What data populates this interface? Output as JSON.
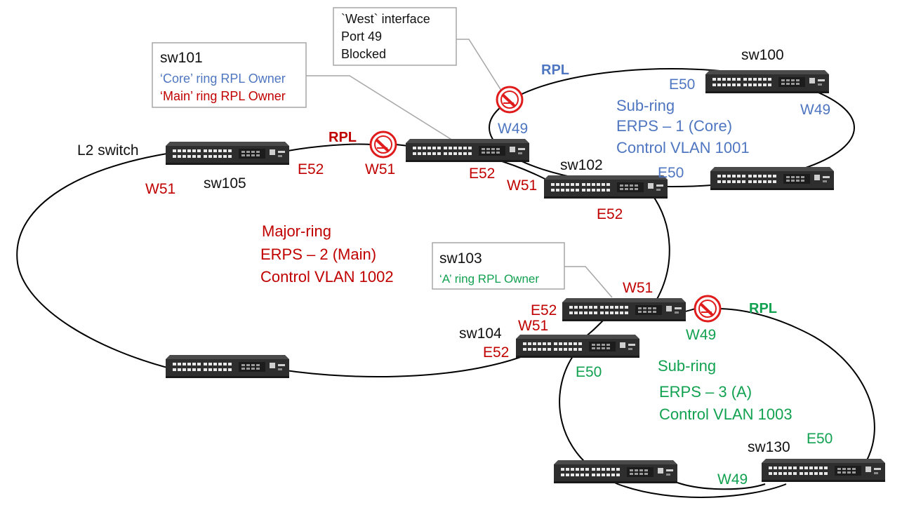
{
  "colors": {
    "blue": "#4f76c0",
    "red": "#c00000",
    "green": "#12a150",
    "black": "#111111",
    "callout_border": "#a6a6a6",
    "switch_body": "#2e2e2e"
  },
  "callouts": {
    "west": {
      "line1": "`West` interface",
      "line2": "Port 49",
      "line3": "Blocked"
    },
    "sw101": {
      "title": "sw101",
      "line1": "‘Core’ ring RPL Owner",
      "line2": "‘Main’ ring RPL Owner"
    },
    "sw103": {
      "title": "sw103",
      "line1": "‘A’ ring RPL Owner"
    }
  },
  "switch_names": {
    "sw100": "sw100",
    "sw102": "sw102",
    "sw104": "sw104",
    "sw105": "sw105",
    "sw130": "sw130",
    "l2": "L2 switch"
  },
  "rings": {
    "core": {
      "name": "Sub-ring",
      "erps": "ERPS – 1 (Core)",
      "vlan": "Control VLAN 1001"
    },
    "main": {
      "name": "Major-ring",
      "erps": "ERPS – 2 (Main)",
      "vlan": "Control VLAN 1002"
    },
    "a": {
      "name": "Sub-ring",
      "erps": "ERPS – 3 (A)",
      "vlan": "Control VLAN 1003"
    }
  },
  "rpl_label": "RPL",
  "ports": {
    "w49_core": "W49",
    "e50_sw100": "E50",
    "w49_sw100": "W49",
    "e50_sw102": "E50",
    "e52_sw105": "E52",
    "w51_sw105": "W51",
    "w51_sw101": "W51",
    "e52_sw101": "E52",
    "w51_sw102": "W51",
    "e52_sw102": "E52",
    "w51_sw103": "W51",
    "e52_sw103": "E52",
    "w49_sw103": "W49",
    "w51_sw104": "W51",
    "e52_sw104": "E52",
    "e50_sw104": "E50",
    "e50_sw130": "E50",
    "w49_sw130": "W49"
  }
}
